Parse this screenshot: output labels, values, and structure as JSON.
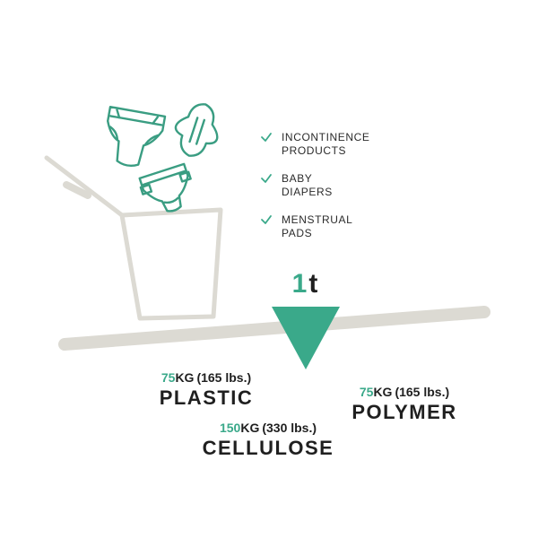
{
  "colors": {
    "accent": "#3aa98a",
    "icon_stroke": "#3a9d82",
    "bin_and_scale": "#dcdad3",
    "text": "#1f1f1f"
  },
  "icons": [
    "diaper-icon",
    "sanitary-pad-icon",
    "baby-diaper-icon",
    "bin-icon",
    "check-icon"
  ],
  "checklist": [
    {
      "label": "INCONTINENCE\nPRODUCTS"
    },
    {
      "label": "BABY\nDIAPERS"
    },
    {
      "label": "MENSTRUAL\nPADS"
    }
  ],
  "tonnage": {
    "number": "1",
    "unit": "t"
  },
  "breakdown": {
    "plastic": {
      "amount": "75",
      "unit": "KG",
      "lbs": "(165 lbs.)",
      "name": "PLASTIC"
    },
    "polymer": {
      "amount": "75",
      "unit": "KG",
      "lbs": "(165 lbs.)",
      "name": "POLYMER"
    },
    "cellulose": {
      "amount": "150",
      "unit": "KG",
      "lbs": "(330 lbs.)",
      "name": "CELLULOSE"
    }
  }
}
